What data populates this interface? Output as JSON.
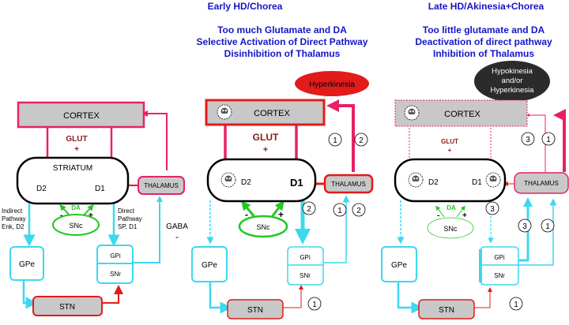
{
  "headers": {
    "early": {
      "title": "Early HD/Chorea",
      "lines": [
        "Too much Glutamate and DA",
        "Selective Activation of Direct Pathway",
        "Disinhibition of Thalamus"
      ]
    },
    "late": {
      "title": "Late HD/Akinesia+Chorea",
      "lines": [
        "Too little glutamate and DA",
        "Deactivation of direct pathway",
        "Inhibition of Thalamus"
      ]
    }
  },
  "callouts": {
    "hyperkinesia": "Hyperkinesia",
    "late_line1": "Hypokinesia",
    "late_line2": "and/or",
    "late_line3": "Hyperkinesia"
  },
  "labels": {
    "cortex": "CORTEX",
    "striatum": "STRIATUM",
    "thalamus": "THALAMUS",
    "glut": "GLUT",
    "plus": "+",
    "minus": "-",
    "d1": "D1",
    "d2": "D2",
    "da": "DA",
    "snc": "SNc",
    "gpe": "GPe",
    "gpi": "GPi",
    "snr": "SNr",
    "stn": "STN",
    "gaba": "GABA",
    "indirect": [
      "Indirect",
      "Pathway",
      "Enk, D2"
    ],
    "direct": [
      "Direct",
      "Pathway",
      "SP, D1"
    ]
  },
  "numbers": {
    "one": "1",
    "two": "2",
    "three": "3"
  },
  "colors": {
    "header_blue": "#1515c8",
    "cortex_fill": "#c8c8c8",
    "pink": "#e8206a",
    "red": "#e21b1b",
    "cyan": "#3cd8f0",
    "green": "#22c822",
    "glut_brown": "#8b1a1a"
  }
}
